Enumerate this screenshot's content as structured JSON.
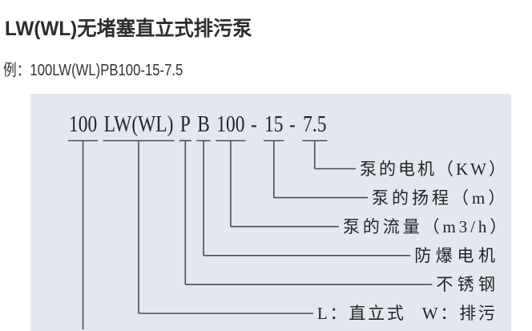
{
  "page": {
    "title": "LW(WL)无堵塞直立式排污泵",
    "example": "例：100LW(WL)PB100-15-7.5"
  },
  "colors": {
    "page_background": "#ffffff",
    "panel_background": "#e5e7ee",
    "connector_line": "#4a4d53",
    "title_text": "#2d2d2d",
    "example_text": "#333333",
    "diagram_text": "#22242a"
  },
  "diagram": {
    "model_parts": [
      {
        "text": "100",
        "connect": "orientation-size"
      },
      {
        "text": " ",
        "connect": null
      },
      {
        "text": "LW(WL)",
        "connect": "orientation"
      },
      {
        "text": " ",
        "connect": null
      },
      {
        "text": "P",
        "connect": "stainless"
      },
      {
        "text": " ",
        "connect": null
      },
      {
        "text": "B",
        "connect": "explosion-proof"
      },
      {
        "text": " ",
        "connect": null
      },
      {
        "text": "100",
        "connect": "flow"
      },
      {
        "text": " - ",
        "connect": null
      },
      {
        "text": "15",
        "connect": "head"
      },
      {
        "text": " - ",
        "connect": null
      },
      {
        "text": "7.5",
        "connect": "motor-power"
      }
    ],
    "labels": [
      {
        "id": "motor-power",
        "text": "泵的电机（KW）"
      },
      {
        "id": "head",
        "text": "泵的扬程（m）"
      },
      {
        "id": "flow",
        "text": "泵的流量（m3/h）"
      },
      {
        "id": "explosion-proof",
        "text": "防爆电机"
      },
      {
        "id": "stainless",
        "text": "不锈钢"
      },
      {
        "id": "orientation",
        "text": "L：直立式 W：排污"
      }
    ]
  }
}
